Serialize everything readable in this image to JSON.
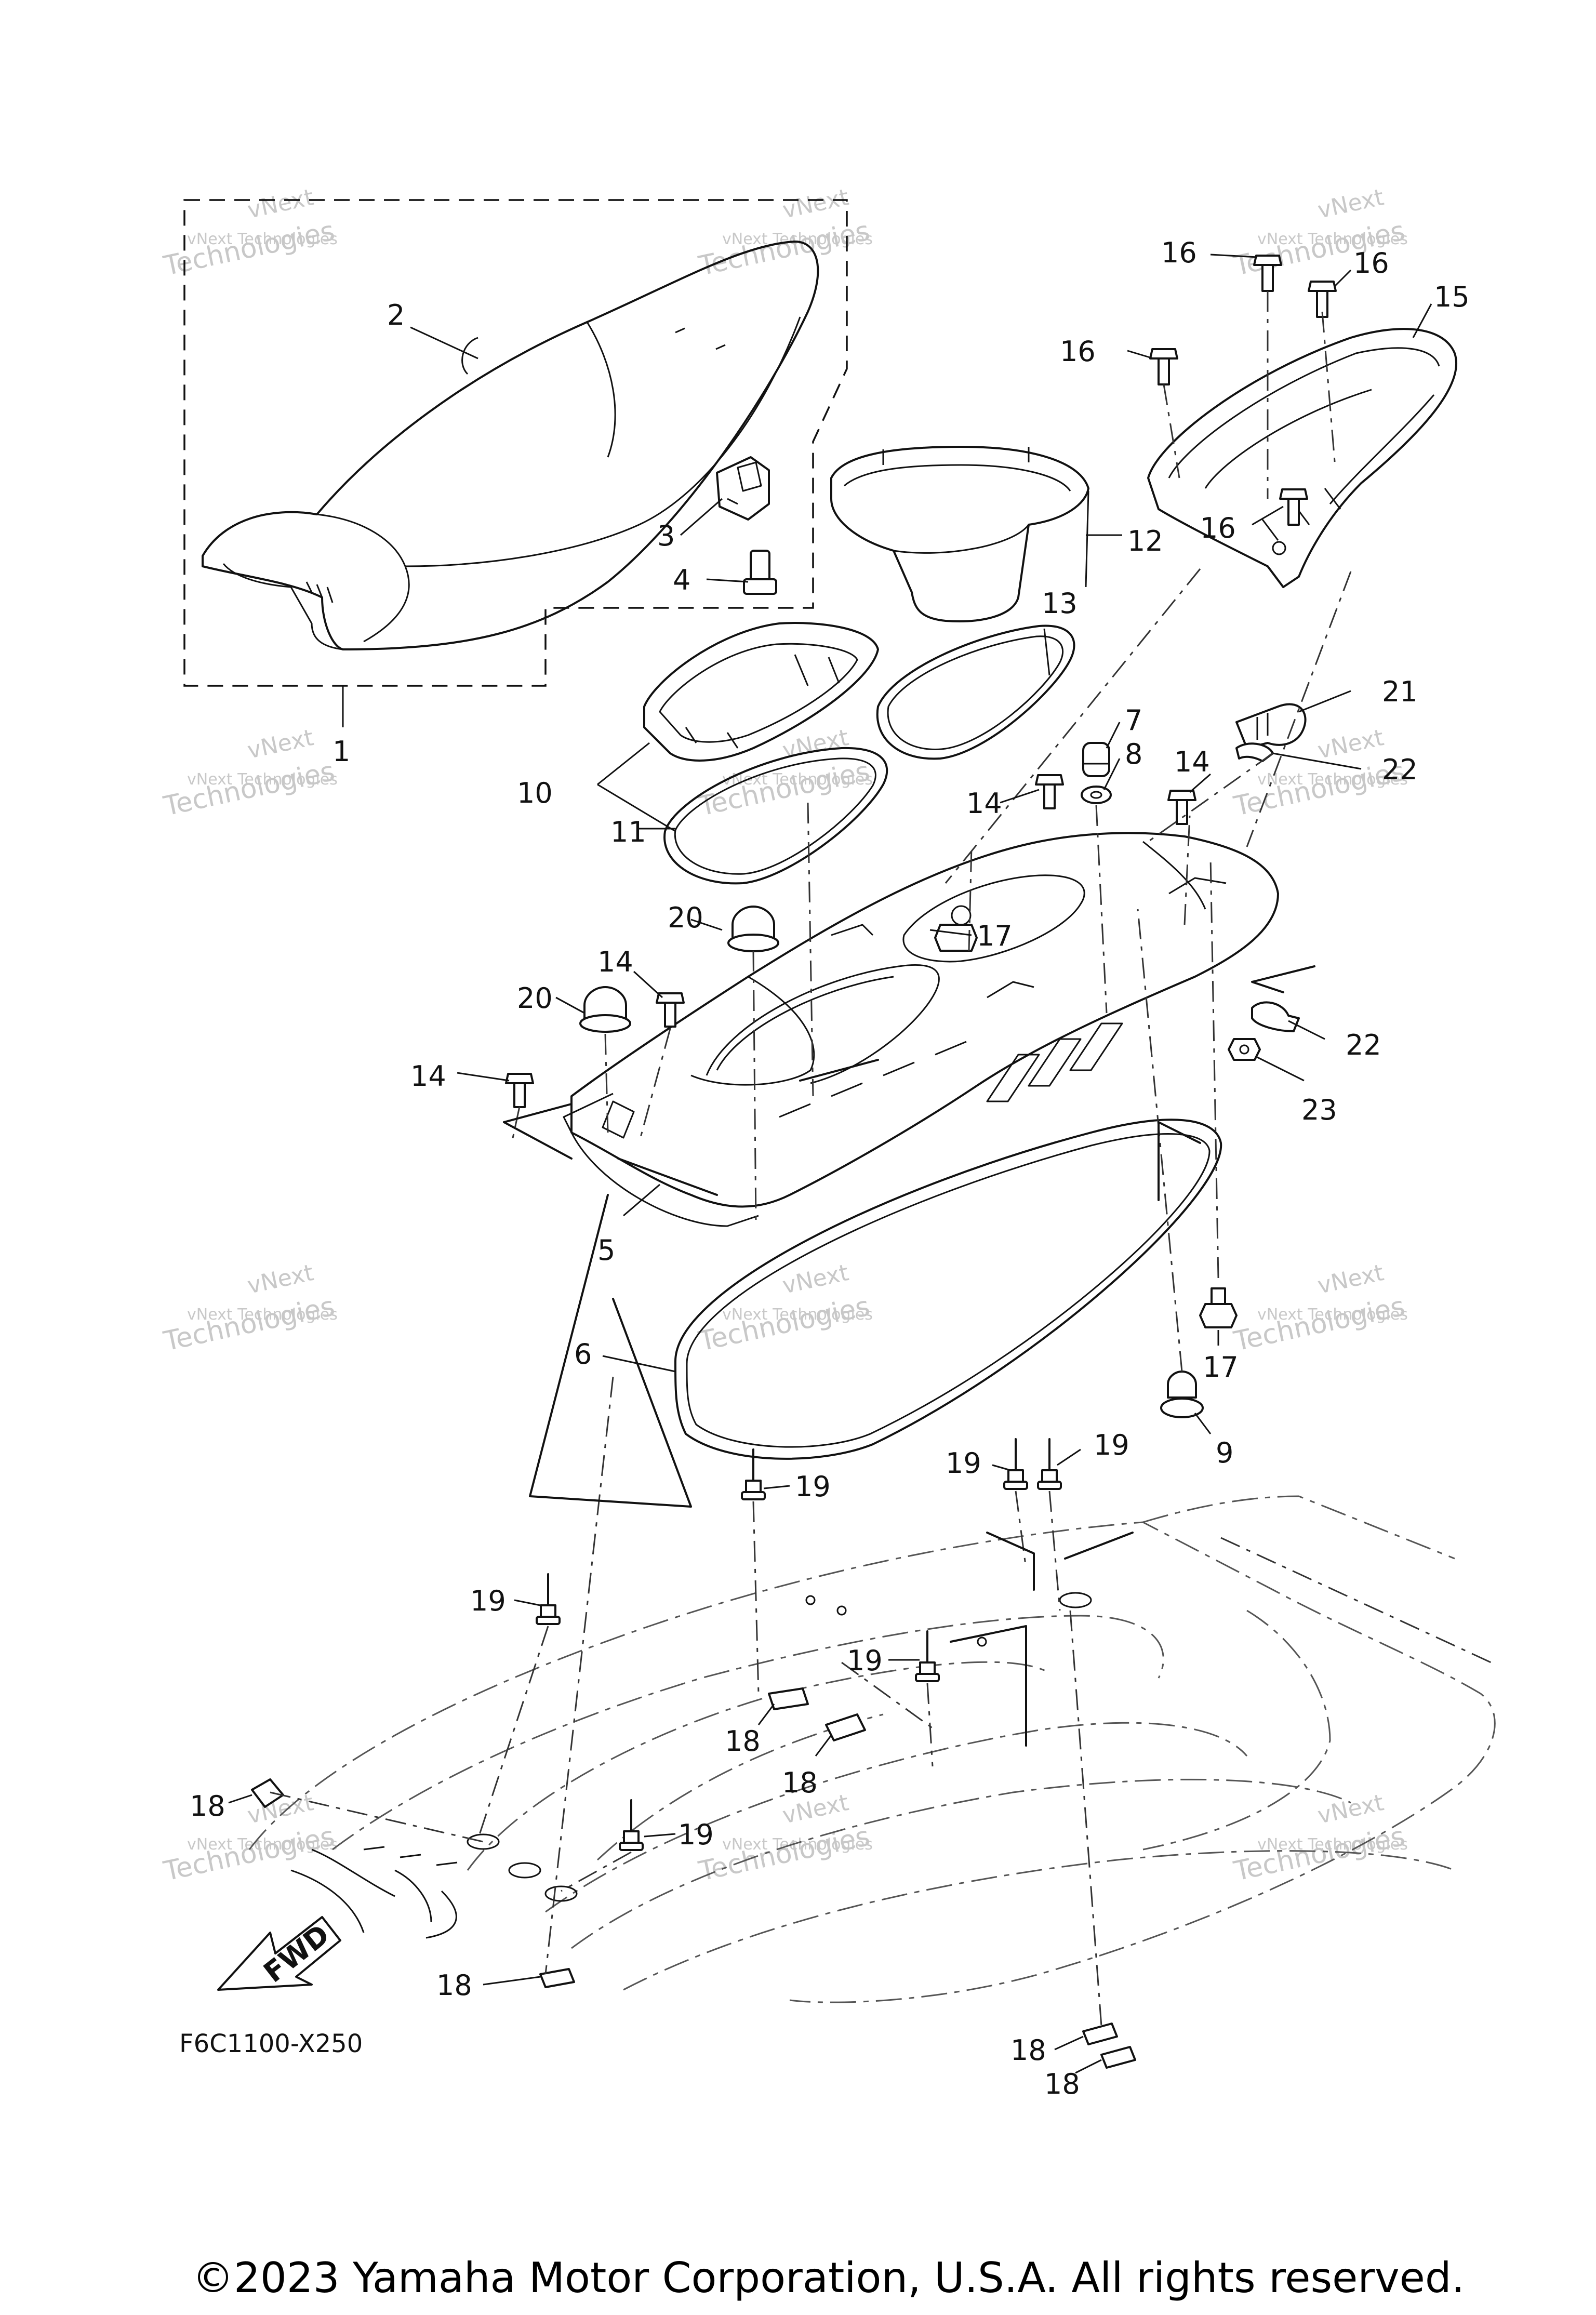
{
  "diagram": {
    "part_code": "F6C1100-X250",
    "copyright": "©2023 Yamaha Motor Corporation, U.S.A. All rights reserved.",
    "fwd_label": "FWD",
    "watermark_line1": "vNext Technologies",
    "watermark_line2": "vNext",
    "watermark_line3": "Technologies"
  },
  "callouts": [
    {
      "id": "c1",
      "label": "1"
    },
    {
      "id": "c2",
      "label": "2"
    },
    {
      "id": "c3",
      "label": "3"
    },
    {
      "id": "c4",
      "label": "4"
    },
    {
      "id": "c5",
      "label": "5"
    },
    {
      "id": "c6",
      "label": "6"
    },
    {
      "id": "c7",
      "label": "7"
    },
    {
      "id": "c8",
      "label": "8"
    },
    {
      "id": "c9",
      "label": "9"
    },
    {
      "id": "c10",
      "label": "10"
    },
    {
      "id": "c11",
      "label": "11"
    },
    {
      "id": "c12",
      "label": "12"
    },
    {
      "id": "c13",
      "label": "13"
    },
    {
      "id": "c14a",
      "label": "14"
    },
    {
      "id": "c14b",
      "label": "14"
    },
    {
      "id": "c14c",
      "label": "14"
    },
    {
      "id": "c14d",
      "label": "14"
    },
    {
      "id": "c15",
      "label": "15"
    },
    {
      "id": "c16a",
      "label": "16"
    },
    {
      "id": "c16b",
      "label": "16"
    },
    {
      "id": "c16c",
      "label": "16"
    },
    {
      "id": "c16d",
      "label": "16"
    },
    {
      "id": "c17a",
      "label": "17"
    },
    {
      "id": "c17b",
      "label": "17"
    },
    {
      "id": "c18a",
      "label": "18"
    },
    {
      "id": "c18b",
      "label": "18"
    },
    {
      "id": "c18c",
      "label": "18"
    },
    {
      "id": "c18d",
      "label": "18"
    },
    {
      "id": "c18e",
      "label": "18"
    },
    {
      "id": "c18f",
      "label": "18"
    },
    {
      "id": "c19a",
      "label": "19"
    },
    {
      "id": "c19b",
      "label": "19"
    },
    {
      "id": "c19c",
      "label": "19"
    },
    {
      "id": "c19d",
      "label": "19"
    },
    {
      "id": "c19e",
      "label": "19"
    },
    {
      "id": "c19f",
      "label": "19"
    },
    {
      "id": "c20a",
      "label": "20"
    },
    {
      "id": "c20b",
      "label": "20"
    },
    {
      "id": "c21",
      "label": "21"
    },
    {
      "id": "c22a",
      "label": "22"
    },
    {
      "id": "c22b",
      "label": "22"
    },
    {
      "id": "c23",
      "label": "23"
    }
  ]
}
